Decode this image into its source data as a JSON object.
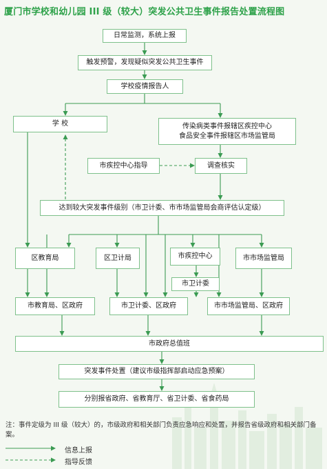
{
  "title": "厦门市学校和幼儿园 III 级（较大）突发公共卫生事件报告处置流程图",
  "colors": {
    "accent": "#2ea24a",
    "box_border": "#7dc08a",
    "line": "#3b9b53",
    "background": "#f4f8f2"
  },
  "nodes": {
    "daily": "日常监测，系统上报",
    "trigger": "触发预警，发现疑似突发公共卫生事件",
    "reporter": "学校疫情报告人",
    "school": "学 校",
    "cdc_district_l1": "传染病类事件报辖区疾控中心",
    "cdc_district_l2": "食品安全事件报辖区市场监管局",
    "city_cdc_guide": "市疾控中心指导",
    "verify": "调查核实",
    "level": "达到较大突发事件级别（市卫计委、市市场监管局会商评估认定级）",
    "edu_bureau": "区教育局",
    "health_bureau": "区卫计局",
    "city_cdc": "市疾控中心",
    "market_bureau": "市市场监管局",
    "city_health": "市卫计委",
    "edu_gov": "市教育局、区政府",
    "health_gov": "市卫计委、区政府",
    "market_gov": "市市场监管局、区政府",
    "duty": "市政府总值班",
    "disposal": "突发事件处置（建议市级指挥部启动应急预案）",
    "report_province": "分别报省政府、省教育厅、省卫计委、省食药局"
  },
  "note": "注：事件定级为 III 级（较大）的，市级政府和相关部门负责应急响应和处置，并报告省级政府和相关部门备案。",
  "legend": {
    "solid": "信息上报",
    "dashed": "指导反馈"
  }
}
